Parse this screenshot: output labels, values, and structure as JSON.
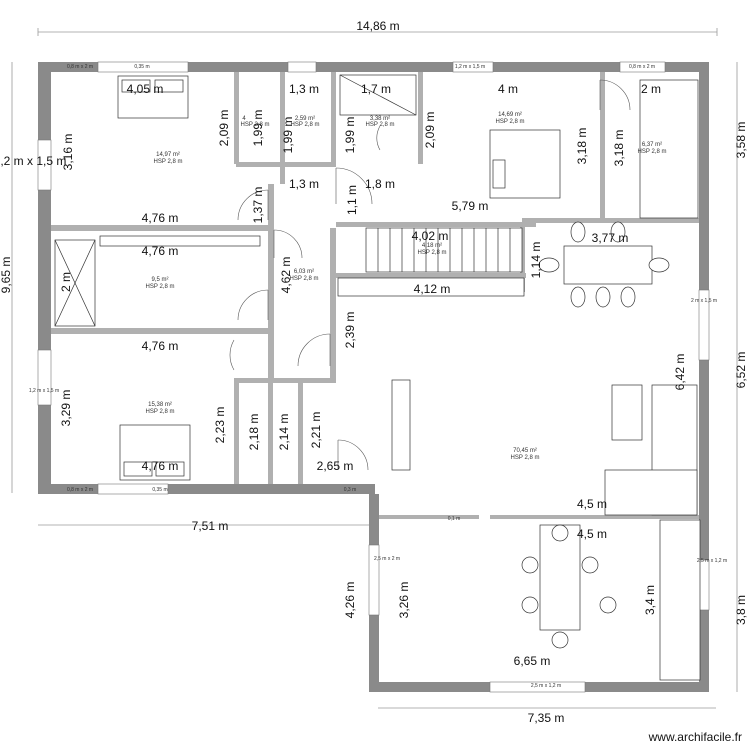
{
  "plan": {
    "overall_width": "14,86 m",
    "overall_height_left": "9,65 m",
    "right_height_upper": "3,58 m",
    "right_height_mid": "6,52 m",
    "right_height_lower": "3,8 m",
    "bottom_left_width": "7,51 m",
    "bottom_right_width": "7,35 m"
  },
  "rooms": {
    "bedroom1": {
      "area": "14,97 m²",
      "hsp": "HSP 2,8 m",
      "width": "4,05 m",
      "height": "3,16 m",
      "lower_width": "4,76 m"
    },
    "wc1": {
      "area": "4",
      "hsp": "HSP 2,8 m",
      "h": "2,09 m",
      "h2": "1,99 m"
    },
    "room_259": {
      "area": "2,59 m²",
      "hsp": "HSP 2,8 m",
      "w": "1,3 m",
      "h": "1,99 m"
    },
    "room_338": {
      "area": "3,38 m²",
      "hsp": "HSP 2,8 m",
      "w": "1,7 m",
      "h": "1,99 m",
      "h2": "2,09 m"
    },
    "bedroom2": {
      "area": "14,69 m²",
      "hsp": "HSP 2,8 m",
      "w": "4 m",
      "h": "3,18 m",
      "lower": "5,79 m"
    },
    "closet": {
      "area": "6,37 m²",
      "hsp": "HSP 2,8 m",
      "w": "2 m",
      "h": "3,18 m"
    },
    "bath": {
      "area": "9,5 m²",
      "hsp": "HSP 2,8 m",
      "w": "4,76 m",
      "h": "2 m",
      "lower": "4,76 m"
    },
    "hall": {
      "area": "6,03 m²",
      "hsp": "HSP 2,8 m",
      "h": "4,62 m",
      "w1": "1,3 m",
      "w2": "1,8 m",
      "h1": "1,37 m",
      "h2": "1,1 m",
      "h3": "2,39 m"
    },
    "stairs": {
      "area": "4,18 m²",
      "hsp": "HSP 2,8 m",
      "w": "4,02 m",
      "h": "1,14 m",
      "lower": "4,12 m"
    },
    "bedroom3": {
      "area": "15,38 m²",
      "hsp": "HSP 2,8 m",
      "w": "4,76 m",
      "h": "3,29 m",
      "h2": "2,23 m"
    },
    "wc2": {
      "h1": "2,18 m",
      "h2": "2,14 m",
      "h3": "2,21 m",
      "w": "2,65 m"
    },
    "living": {
      "area": "70,45 m²",
      "hsp": "HSP 2,8 m",
      "w1": "3,77 m",
      "h1": "6,42 m",
      "w2": "4,5 m",
      "w3": "4,5 m",
      "h2": "3,4 m",
      "h3": "3,26 m",
      "w4": "6,65 m",
      "h4": "4,26 m"
    }
  },
  "openings": {
    "w_08x2": "0,8 m x 2 m",
    "w_035": "0,35 m",
    "w_01": "0,1 m",
    "w_12x15": "1,2 m x 1,5 m",
    "w_12x15b": "1,2 m x 1,5 m",
    "w_2x15": "2 m x 1,5 m",
    "w_25x12": "2,5 m x 1,2 m",
    "w_25x2": "2,5 m x 2 m",
    "w_03": "0,3 m",
    "window_left_label": "1,2 m x 1,5 m"
  },
  "watermark": "www.archifacile.fr"
}
